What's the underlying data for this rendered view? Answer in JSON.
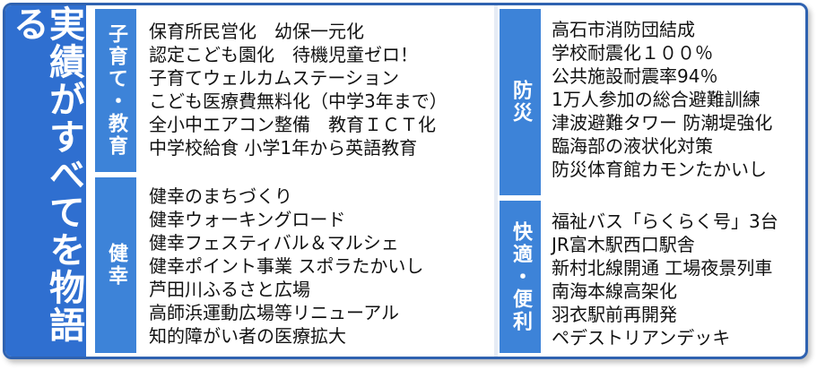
{
  "title": "実績がすべてを物語る",
  "sections": {
    "education": {
      "label": "子育て・教育",
      "items": [
        "保育所民営化　幼保一元化",
        "認定こども園化　待機児童ゼロ！",
        "子育てウェルカムステーション",
        "こども医療費無料化（中学3年まで）",
        "全小中エアコン整備　教育ＩＣＴ化",
        "中学校給食 小学1年から英語教育"
      ]
    },
    "health": {
      "label": "健幸",
      "items": [
        "健幸のまちづくり",
        "健幸ウォーキングロード",
        "健幸フェスティバル＆マルシェ",
        "健幸ポイント事業 スポラたかいし",
        "芦田川ふるさと広場",
        "高師浜運動広場等リニューアル",
        "知的障がい者の医療拡大"
      ]
    },
    "disaster": {
      "label": "防災",
      "items": [
        "高石市消防団結成",
        "学校耐震化１００％",
        "公共施設耐震率94％",
        "1万人参加の総合避難訓練",
        "津波避難タワー 防潮堤強化",
        "臨海部の液状化対策",
        "防災体育館カモンたかいし"
      ]
    },
    "convenience": {
      "label": "快適・便利",
      "items": [
        "福祉バス「らくらく号」3台",
        "JR富木駅西口駅舎",
        "新村北線開通 工場夜景列車",
        "南海本線高架化",
        "羽衣駅前再開発",
        "ペデストリアンデッキ"
      ]
    }
  },
  "colors": {
    "title_bg": "#2f6fd0",
    "tab_bg": "#3d83d8",
    "border": "#2f62b0",
    "text": "#111111"
  }
}
